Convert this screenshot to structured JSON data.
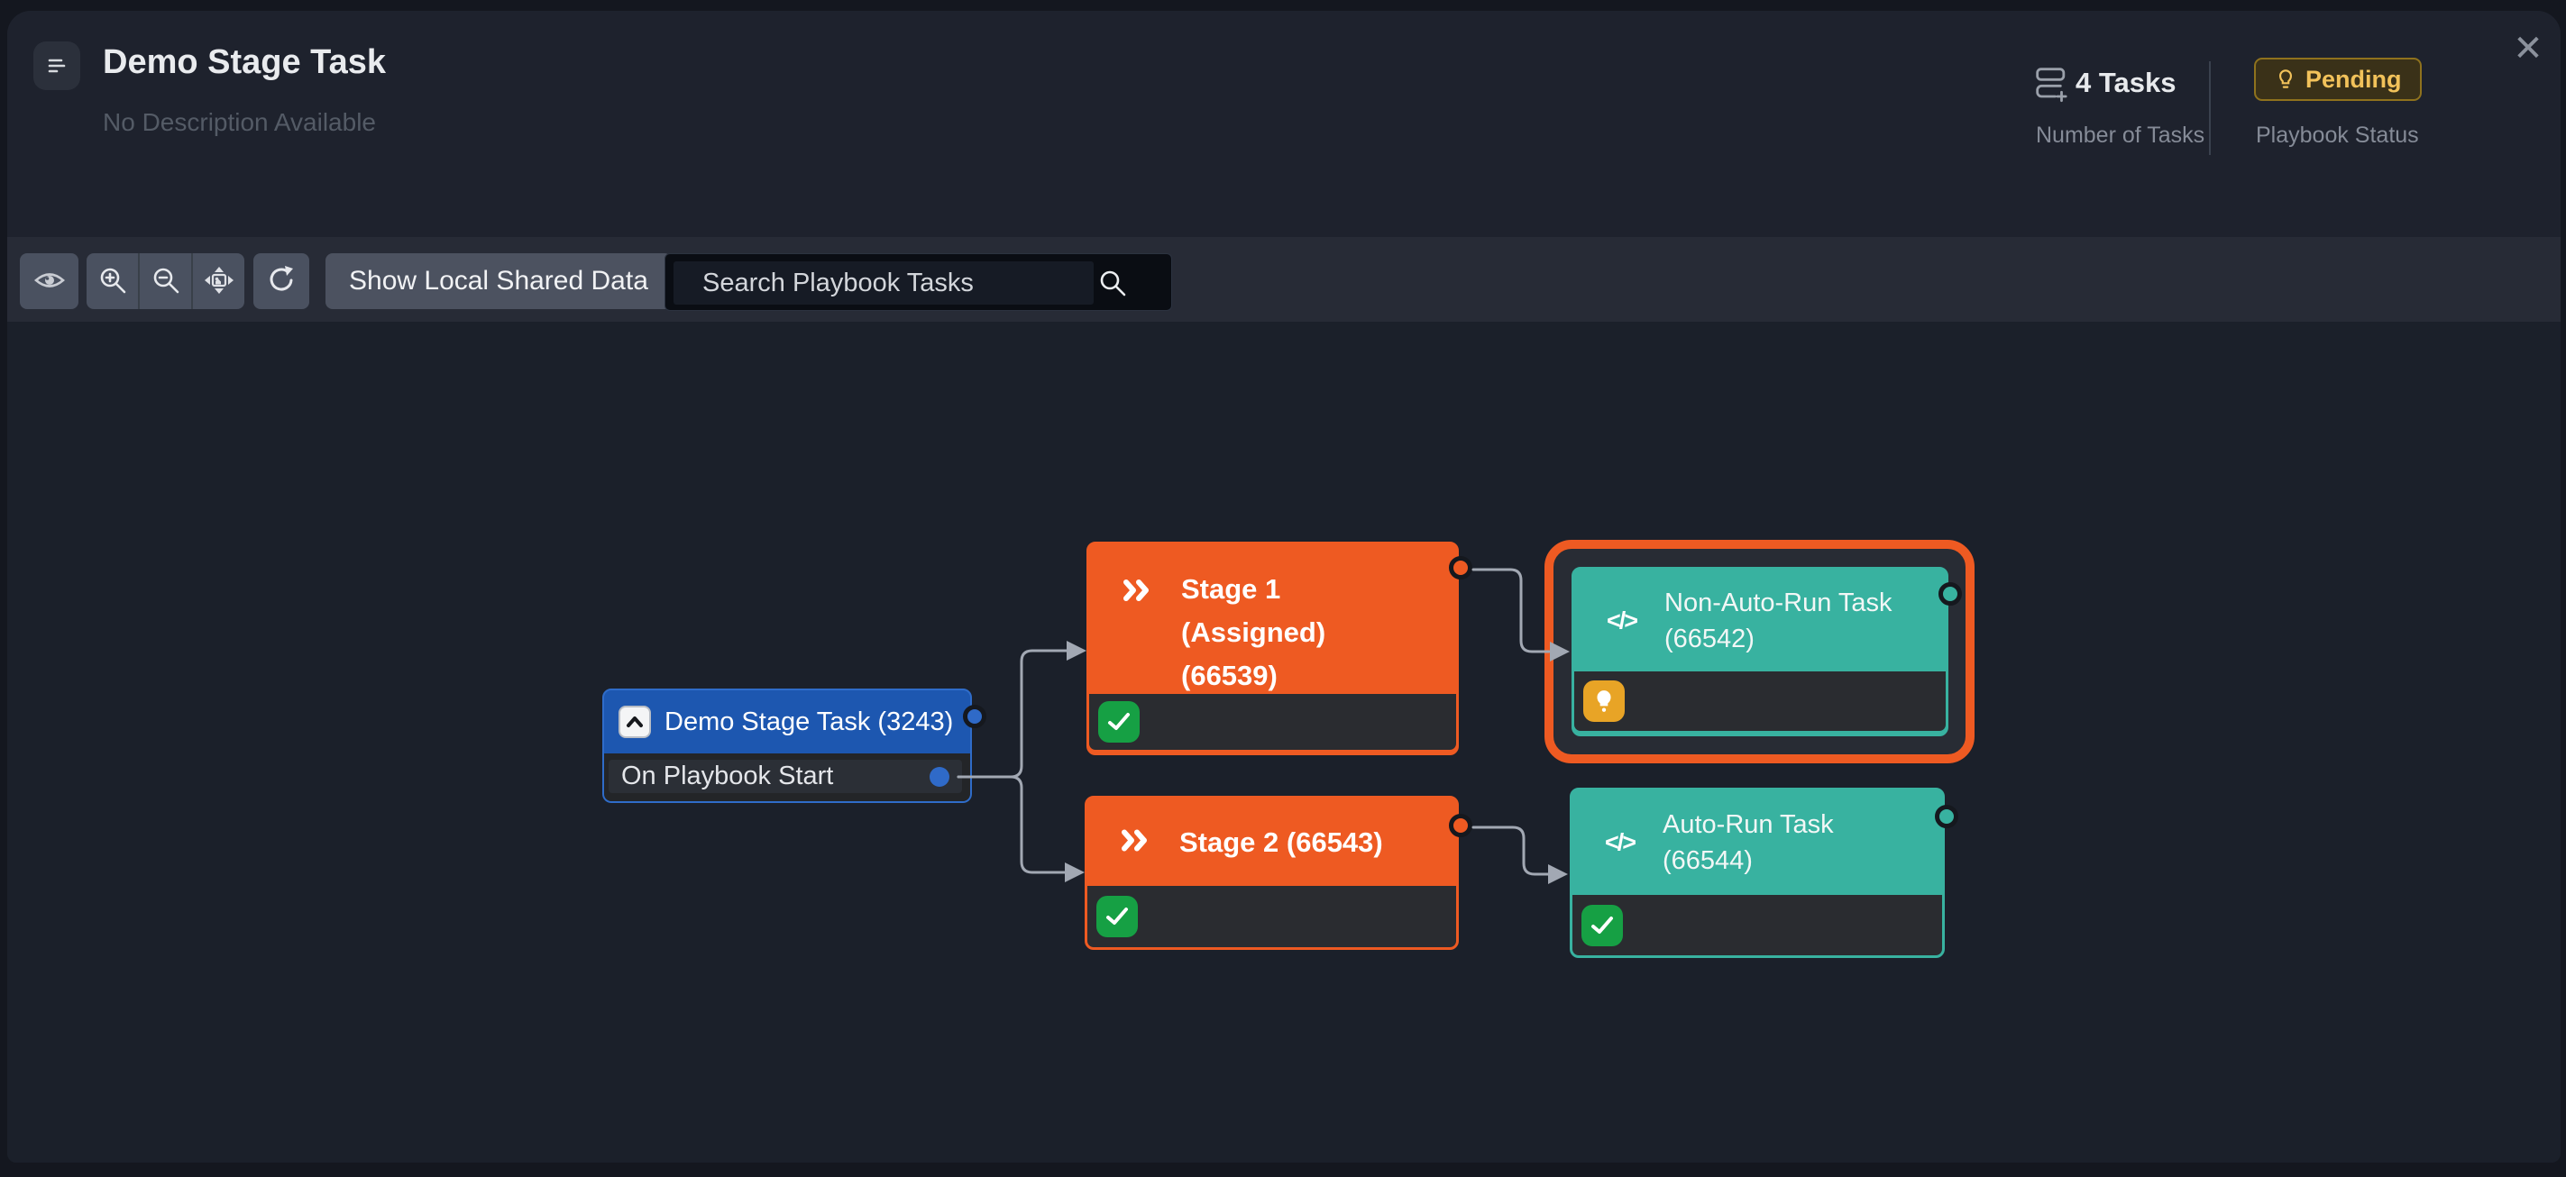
{
  "window": {
    "close_glyph": "✕"
  },
  "header": {
    "title": "Demo Stage Task",
    "subtitle": "No Description Available",
    "stats": {
      "tasks_value": "4 Tasks",
      "tasks_label": "Number of Tasks",
      "status_value": "Pending",
      "status_label": "Playbook Status"
    }
  },
  "toolbar": {
    "show_data_label": "Show Local Shared Data",
    "search_placeholder": "Search Playbook Tasks"
  },
  "canvas": {
    "nodes": {
      "start": {
        "title": "Demo Stage Task (3243)",
        "event_row": "On Playbook Start"
      },
      "stage1": {
        "line1": "Stage 1",
        "line2": "(Assigned)",
        "line3": "(66539)"
      },
      "stage2": {
        "title": "Stage 2 (66543)"
      },
      "non_auto_task": {
        "line1": "Non-Auto-Run Task",
        "line2": "(66542)",
        "code_glyph": "</>"
      },
      "auto_task": {
        "line1": "Auto-Run Task",
        "line2": "(66544)",
        "code_glyph": "</>"
      }
    }
  },
  "icons": {
    "menu": "notes-menu-icon",
    "tasks": "task-list-add-icon",
    "pending": "lightbulb-outline-icon",
    "eye": "eye-icon",
    "zoom_in": "zoom-in-icon",
    "zoom_out": "zoom-out-icon",
    "fit": "fit-to-screen-icon",
    "refresh": "refresh-icon",
    "search": "search-icon",
    "stage": "double-chevron-right-icon",
    "start": "chevron-up-icon",
    "success": "check-icon",
    "manual": "lightbulb-icon"
  },
  "colors": {
    "stage_accent": "#ee5a22",
    "task_accent": "#38b2a0",
    "start_accent": "#1d57b0",
    "success_green": "#16a044",
    "manual_amber": "#e8a426",
    "badge_gold": "#f2c25a",
    "edge_gray": "#a2a8b3",
    "canvas_bg": "#1b202a",
    "toolbar_bg": "#272b36",
    "header_bg": "#1e222d"
  }
}
